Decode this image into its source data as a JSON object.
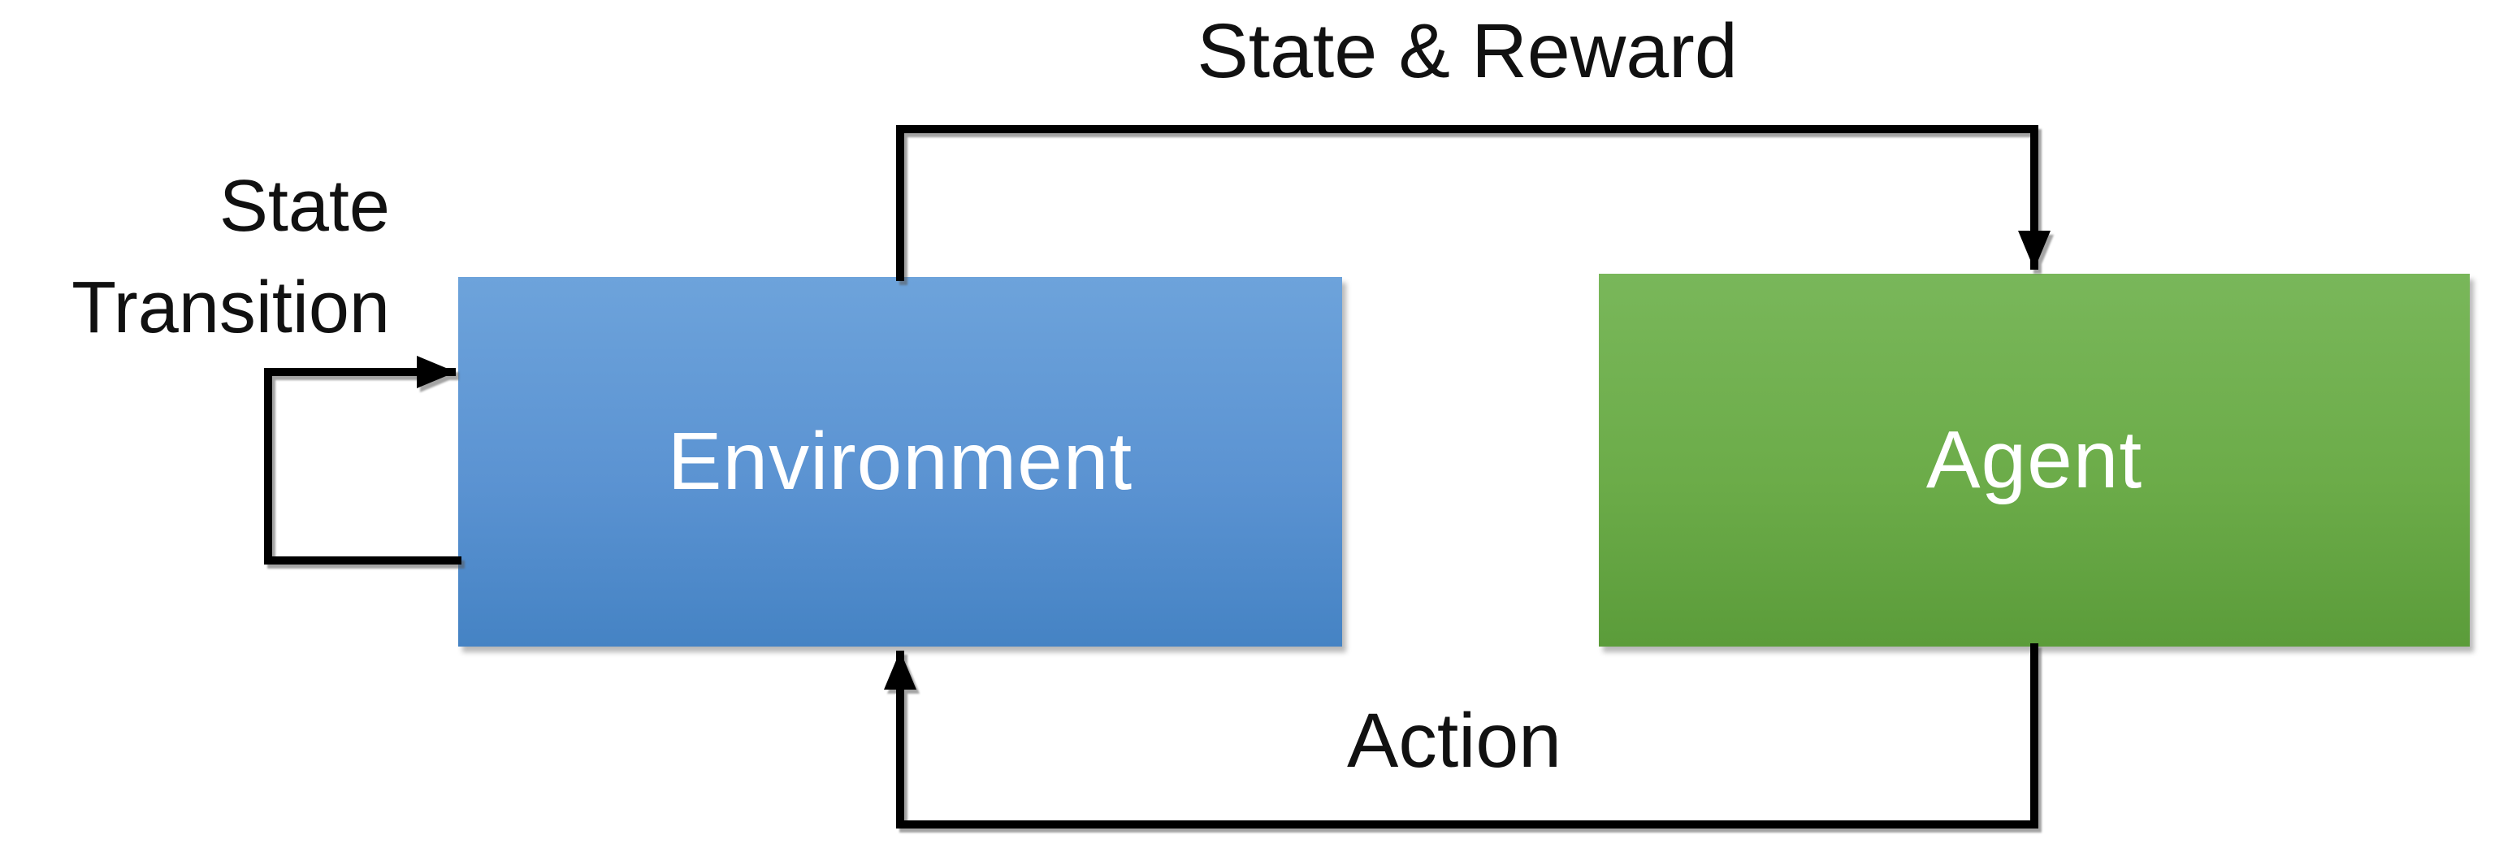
{
  "diagram": {
    "type": "flow-diagram",
    "background": "#ffffff",
    "arrow_color": "#000000",
    "nodes": {
      "environment": {
        "label": "Environment",
        "fill_top": "#6da3db",
        "fill_bottom": "#4583c4",
        "text_color": "#ffffff"
      },
      "agent": {
        "label": "Agent",
        "fill_top": "#79b75a",
        "fill_bottom": "#5b9c3a",
        "text_color": "#ffffff"
      }
    },
    "edges": {
      "state_reward": {
        "label": "State & Reward",
        "from": "environment",
        "to": "agent"
      },
      "action": {
        "label": "Action",
        "from": "agent",
        "to": "environment"
      },
      "state_transition": {
        "label_line1": "State",
        "label_line2": "Transition",
        "from": "environment",
        "to": "environment"
      }
    }
  }
}
